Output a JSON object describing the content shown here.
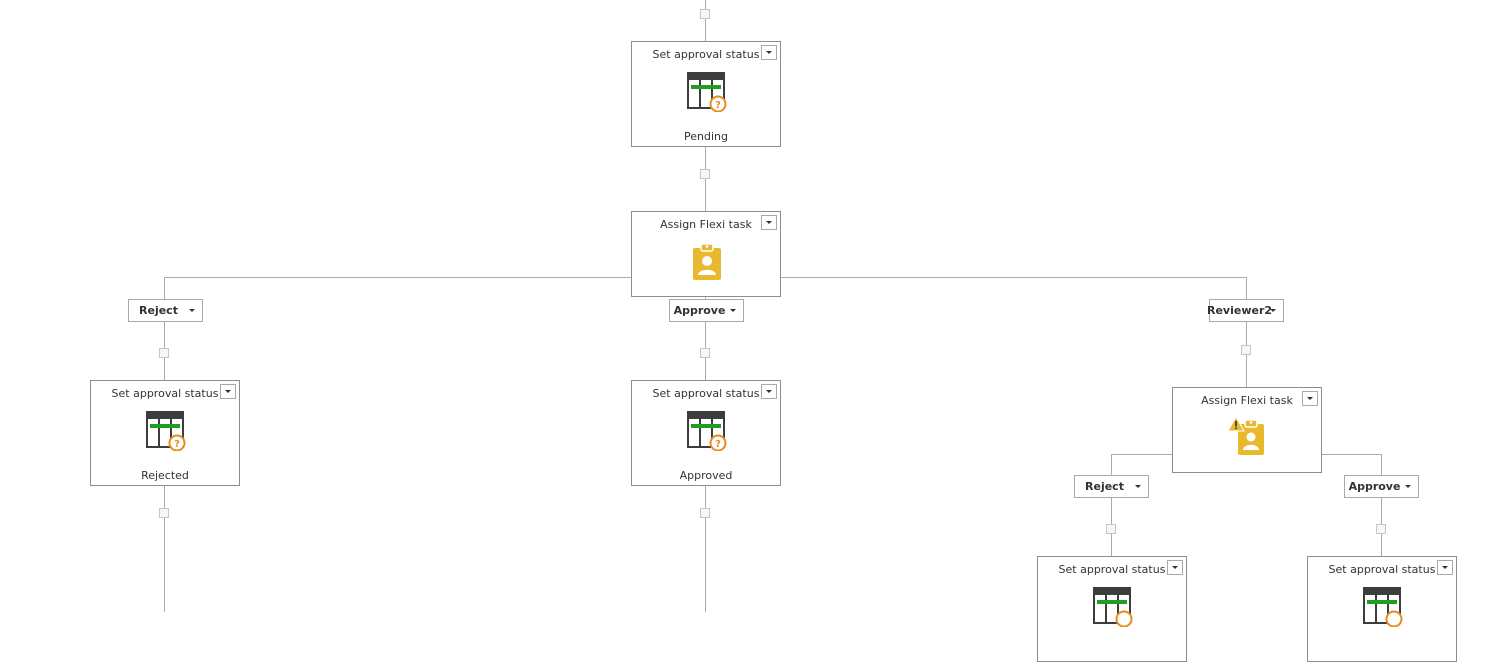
{
  "workflow": {
    "set_status_top": {
      "title": "Set approval status",
      "status": "Pending"
    },
    "assign_task_main": {
      "title": "Assign Flexi task"
    },
    "branches_main": {
      "reject": "Reject",
      "approve": "Approve",
      "reviewer2": "Reviewer2"
    },
    "set_status_rejected": {
      "title": "Set approval status",
      "status": "Rejected"
    },
    "set_status_approved": {
      "title": "Set approval status",
      "status": "Approved"
    },
    "assign_task_reviewer2": {
      "title": "Assign Flexi task"
    },
    "branches_reviewer2": {
      "reject": "Reject",
      "approve": "Approve"
    },
    "set_status_r2_reject": {
      "title": "Set approval status"
    },
    "set_status_r2_approve": {
      "title": "Set approval status"
    }
  },
  "colors": {
    "connector": "#a5adb5",
    "box_border": "#8d8d8d",
    "status_green": "#1e9e1e",
    "question_orange": "#ea8b1f",
    "task_yellow": "#e8b92d",
    "warning_yellow": "#e8b92d"
  },
  "icons": {
    "set_status": "approval-status-table-icon",
    "assign_task": "flexi-task-clipboard-icon",
    "warning": "warning-icon"
  }
}
